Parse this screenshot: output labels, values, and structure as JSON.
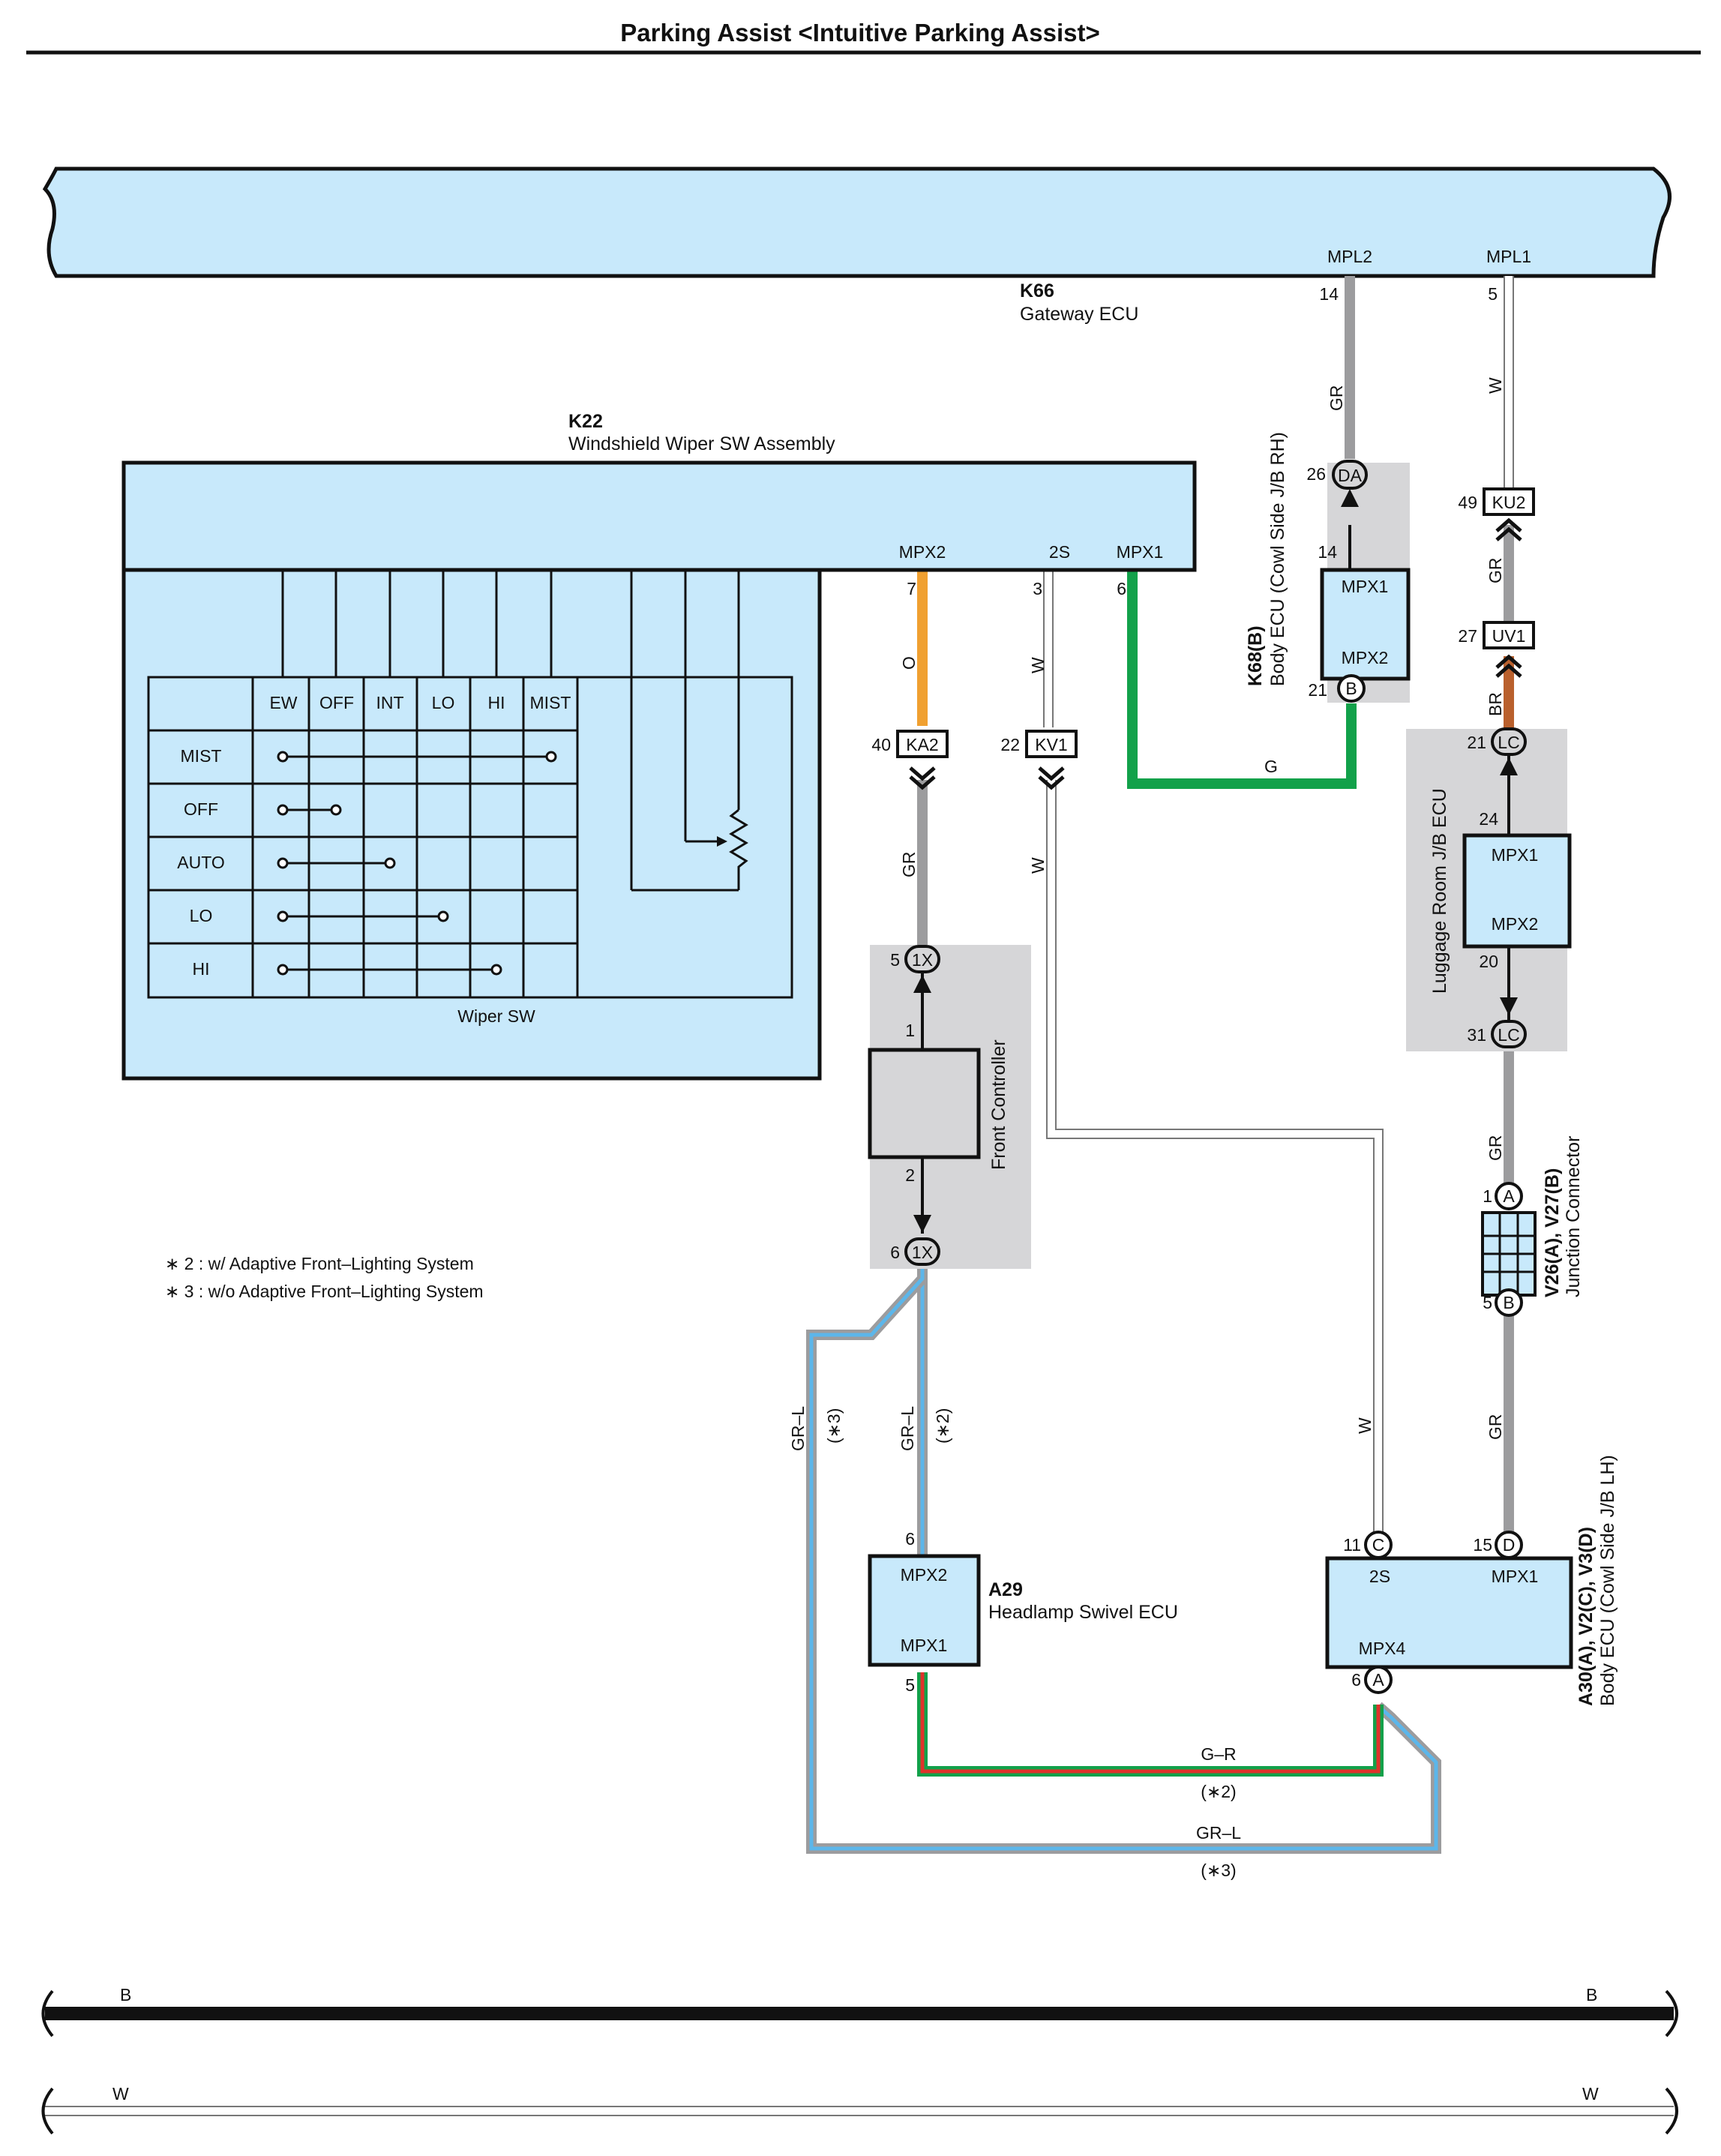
{
  "page": {
    "title": "Parking Assist <Intuitive Parking Assist>"
  },
  "gateway": {
    "code": "K66",
    "name": "Gateway ECU",
    "pin_mpl2": "MPL2",
    "pin_mpl1": "MPL1",
    "pin_no_mpl2": "14",
    "pin_no_mpl1": "5"
  },
  "wiper_assembly": {
    "code": "K22",
    "name": "Windshield Wiper SW Assembly",
    "pin_mpx2": "MPX2",
    "pin_2s": "2S",
    "pin_mpx1": "MPX1",
    "pin_no_mpx2": "7",
    "pin_no_2s": "3",
    "pin_no_mpx1": "6",
    "switch_label": "Wiper SW",
    "columns": [
      "EW",
      "OFF",
      "INT",
      "LO",
      "HI",
      "MIST"
    ],
    "rows": [
      "MIST",
      "OFF",
      "AUTO",
      "LO",
      "HI"
    ]
  },
  "body_ecu_rh": {
    "code": "K68(B)",
    "name": "Body ECU (Cowl Side J/B RH)",
    "pin_mpx1": "MPX1",
    "pin_mpx2": "MPX2",
    "pin_no_mpx1": "14",
    "pin_no_mpx2": "21",
    "conn_da": "DA",
    "conn_da_no": "26",
    "conn_b": "B",
    "conn_b_no": "21"
  },
  "luggage_ecu": {
    "name": "Luggage Room J/B ECU",
    "pin_mpx1": "MPX1",
    "pin_mpx2": "MPX2",
    "pin_no_mpx1": "24",
    "pin_no_mpx2": "20",
    "conn_lc_top": "LC",
    "conn_lc_top_no": "21",
    "conn_lc_bot": "LC",
    "conn_lc_bot_no": "31"
  },
  "inline_connectors": {
    "ku2": "KU2",
    "ku2_no": "49",
    "uv1": "UV1",
    "uv1_no": "27",
    "ka2": "KA2",
    "ka2_no": "40",
    "kv1": "KV1",
    "kv1_no": "22"
  },
  "front_controller": {
    "name": "Front Controller",
    "conn_top": "1X",
    "conn_top_no": "5",
    "pin_top": "1",
    "conn_bot": "1X",
    "conn_bot_no": "6",
    "pin_bot": "2"
  },
  "junction_connector": {
    "code": "V26(A), V27(B)",
    "name": "Junction Connector",
    "conn_a": "A",
    "conn_a_no": "1",
    "conn_b": "B",
    "conn_b_no": "5"
  },
  "headlamp_ecu": {
    "code": "A29",
    "name": "Headlamp Swivel ECU",
    "pin_mpx2": "MPX2",
    "pin_mpx1": "MPX1",
    "pin_no_mpx2": "6",
    "pin_no_mpx1": "5"
  },
  "body_ecu_lh": {
    "code": "A30(A), V2(C), V3(D)",
    "name": "Body ECU (Cowl Side J/B LH)",
    "pin_2s": "2S",
    "pin_mpx1": "MPX1",
    "pin_mpx4": "MPX4",
    "conn_c": "C",
    "conn_c_no": "11",
    "conn_d": "D",
    "conn_d_no": "15",
    "conn_a": "A",
    "conn_a_no": "6"
  },
  "wire_colors": {
    "gr": "GR",
    "w": "W",
    "br": "BR",
    "o": "O",
    "g": "G",
    "gr_l": "GR–L",
    "g_r": "G–R"
  },
  "notes": {
    "note2_tag": "(∗2)",
    "note3_tag": "(∗3)",
    "note2": "∗ 2 : w/ Adaptive Front–Lighting System",
    "note3": "∗ 3 : w/o Adaptive Front–Lighting System"
  },
  "continuation": {
    "b_left": "B",
    "b_right": "B",
    "w_left": "W",
    "w_right": "W"
  },
  "colors": {
    "ecu_fill": "#c8e9fb",
    "gray_fill": "#d6d6d8",
    "wire_gray": "#9c9c9e",
    "wire_orange": "#f0a030",
    "wire_green": "#12a14a",
    "wire_brown": "#b9602d",
    "wire_light_blue": "#5cb6ea",
    "wire_red": "#e0322b"
  }
}
